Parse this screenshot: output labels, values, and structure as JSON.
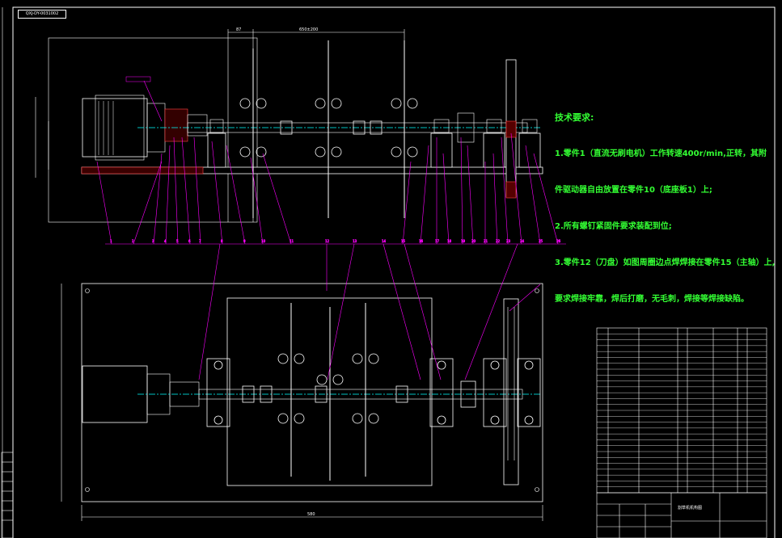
{
  "drawing": {
    "number": "QXJ-DY-0031002",
    "title": "割草机机构图"
  },
  "tech_notes": {
    "heading": "技术要求:",
    "lines": [
      "1.零件1（直流无刷电机）工作转速400r/min,正转，其附",
      "   件驱动器自由放置在零件10（底座板1）上;",
      "2.所有螺钉紧固件要求装配到位;",
      "3.零件12（刀盘）如图周圈边点焊焊接在零件15（主轴）上,",
      "   要求焊接牢靠，焊后打磨，无毛刺，焊接等焊接缺陷。"
    ]
  },
  "colors": {
    "background": "#000000",
    "frame": "#ffffff",
    "leader": "#ff00ff",
    "notes": "#33ff33",
    "center": "#00ffff",
    "hatch": "#ff4444"
  },
  "callouts": [
    "1",
    "2",
    "3",
    "4",
    "5",
    "6",
    "7",
    "8",
    "9",
    "10",
    "11",
    "12",
    "13",
    "14",
    "15",
    "16",
    "17",
    "18",
    "19",
    "20",
    "21",
    "22",
    "23",
    "24",
    "25",
    "26"
  ]
}
